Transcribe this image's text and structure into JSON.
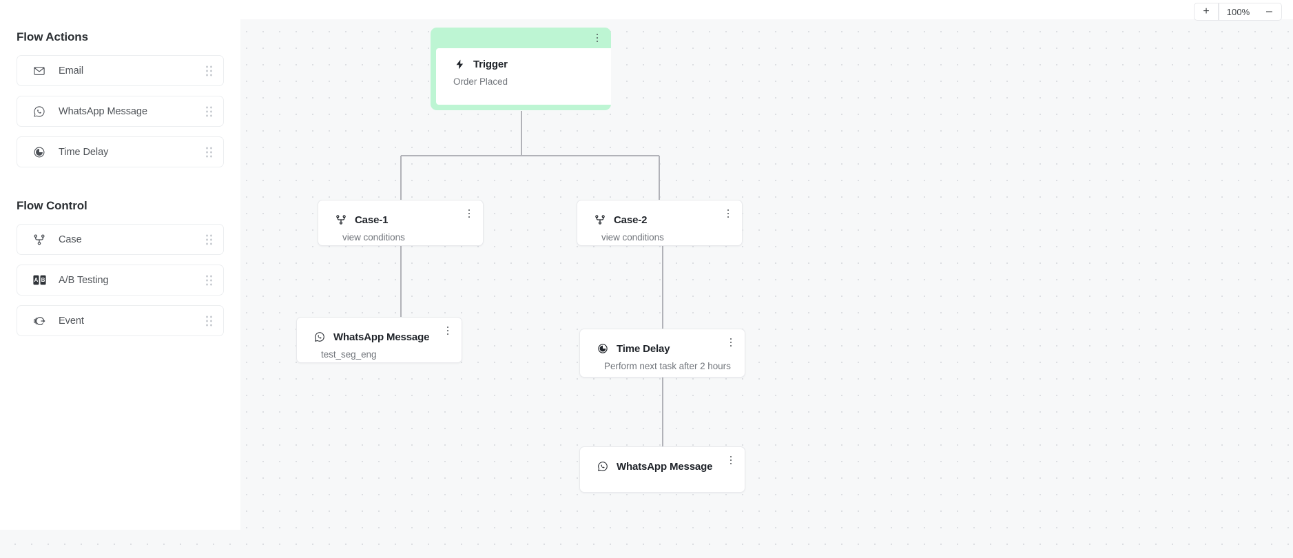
{
  "toolbar": {
    "zoom_in_label": "+",
    "zoom_out_label": "–",
    "zoom_level": "100%"
  },
  "sidebar": {
    "sections": [
      {
        "title": "Flow Actions",
        "items": [
          {
            "label": "Email",
            "icon": "envelope-icon"
          },
          {
            "label": "WhatsApp Message",
            "icon": "whatsapp-icon"
          },
          {
            "label": "Time Delay",
            "icon": "clock-icon"
          }
        ]
      },
      {
        "title": "Flow Control",
        "items": [
          {
            "label": "Case",
            "icon": "branch-icon"
          },
          {
            "label": "A/B Testing",
            "icon": "ab-testing-icon"
          },
          {
            "label": "Event",
            "icon": "event-icon"
          }
        ]
      }
    ]
  },
  "canvas": {
    "nodes": [
      {
        "id": "trigger",
        "title": "Trigger",
        "subtitle": "Order Placed",
        "icon": "bolt-icon",
        "selected": true
      },
      {
        "id": "case1",
        "title": "Case-1",
        "subtitle": "view conditions",
        "icon": "branch-icon",
        "selected": false
      },
      {
        "id": "case2",
        "title": "Case-2",
        "subtitle": "view conditions",
        "icon": "branch-icon",
        "selected": false
      },
      {
        "id": "wa1",
        "title": "WhatsApp Message",
        "subtitle": "test_seg_eng",
        "icon": "whatsapp-icon",
        "selected": false
      },
      {
        "id": "delay1",
        "title": "Time Delay",
        "subtitle": "Perform next task after 2 hours",
        "icon": "clock-icon",
        "selected": false
      },
      {
        "id": "wa2",
        "title": "WhatsApp Message",
        "subtitle": "",
        "icon": "whatsapp-icon",
        "selected": false
      }
    ]
  },
  "colors": {
    "selection_green": "#bdf5d3",
    "canvas_bg": "#f7f8f9",
    "edge_gray": "#b1b2b8",
    "text_primary": "#20242a",
    "text_secondary": "#71757b"
  }
}
